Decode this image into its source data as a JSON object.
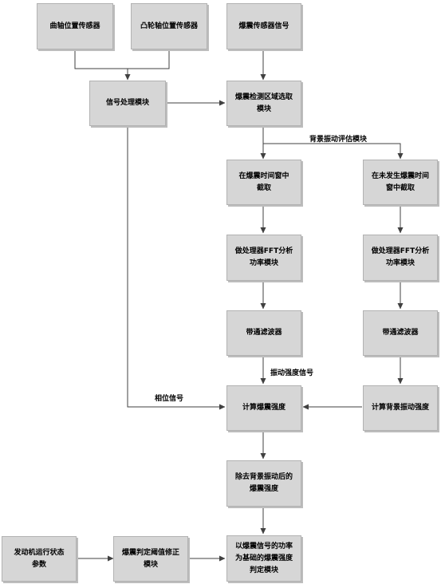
{
  "nodes": {
    "crank_sensor": "曲轴位置传感器",
    "cam_sensor": "凸轮轴位置传感器",
    "knock_sensor_signal": "爆震传感器信号",
    "signal_processing": "信号处理模块",
    "knock_window_select": "爆震检测区域选取\n模块",
    "window_extract_knock": "在爆震时间窗中\n截取",
    "window_extract_noknock": "在未发生爆震时间\n窗中截取",
    "fft_knock": "做处理器FFT分析\n功率模块",
    "fft_noknock": "做处理器FFT分析\n功率模块",
    "bandpass_knock": "带通滤波器",
    "bandpass_noknock": "带通滤波器",
    "calc_knock_intensity": "计算爆震强度",
    "calc_background_intensity": "计算背景振动强度",
    "knock_minus_background": "除去背景振动后的\n爆震强度",
    "engine_state": "发动机运行状态\n参数",
    "threshold_correction": "爆震判定阈值修正\n模块",
    "power_based_judgment": "以爆震信号的功率\n为基础的爆震强度\n判定模块"
  },
  "labels": {
    "background_eval": "背景振动评估模块",
    "vibration_signal": "振动强度信号",
    "phase_signal": "相位信号"
  },
  "colors": {
    "box_fill": "#d6d6d6",
    "box_border": "#b2b2b2",
    "line": "#404040"
  }
}
